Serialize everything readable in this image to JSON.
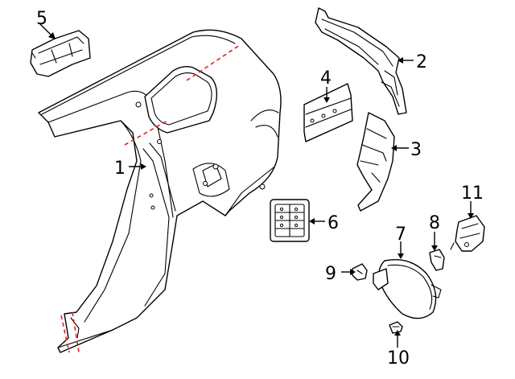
{
  "colors": {
    "line": "#000000",
    "cut_line": "#e0201b",
    "background": "#ffffff"
  },
  "callouts": [
    {
      "id": "1",
      "text": "1"
    },
    {
      "id": "2",
      "text": "2"
    },
    {
      "id": "3",
      "text": "3"
    },
    {
      "id": "4",
      "text": "4"
    },
    {
      "id": "5",
      "text": "5"
    },
    {
      "id": "6",
      "text": "6"
    },
    {
      "id": "7",
      "text": "7"
    },
    {
      "id": "8",
      "text": "8"
    },
    {
      "id": "9",
      "text": "9"
    },
    {
      "id": "10",
      "text": "10"
    },
    {
      "id": "11",
      "text": "11"
    }
  ]
}
